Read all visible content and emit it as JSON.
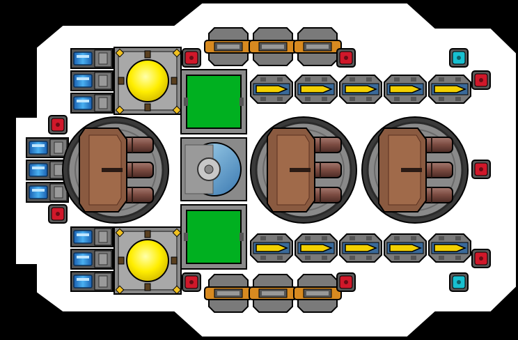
{
  "game": {
    "view": "ship-builder-grid",
    "ship": {
      "hull_color": "#ffffff",
      "modules": {
        "thrusters": {
          "count": 9,
          "color": "#2a8fd8"
        },
        "reactors": {
          "count": 2,
          "core_color": "#ffee00"
        },
        "cargo_bays": {
          "count": 2,
          "color": "#00b020"
        },
        "cockpit": {
          "count": 1,
          "color": "#5aa0d0"
        },
        "cannon_turrets": {
          "count": 3,
          "barrel_color": "#7a4a40"
        },
        "missile_launchers": {
          "count": 10,
          "warhead_color": "#f2d000"
        },
        "rail_guns": {
          "count": 6,
          "accent_color": "#d88a20"
        },
        "red_shield_nodes": {
          "count": 9,
          "color": "#d0182a"
        },
        "cyan_sensor_nodes": {
          "count": 2,
          "color": "#18c0d0"
        }
      }
    }
  }
}
